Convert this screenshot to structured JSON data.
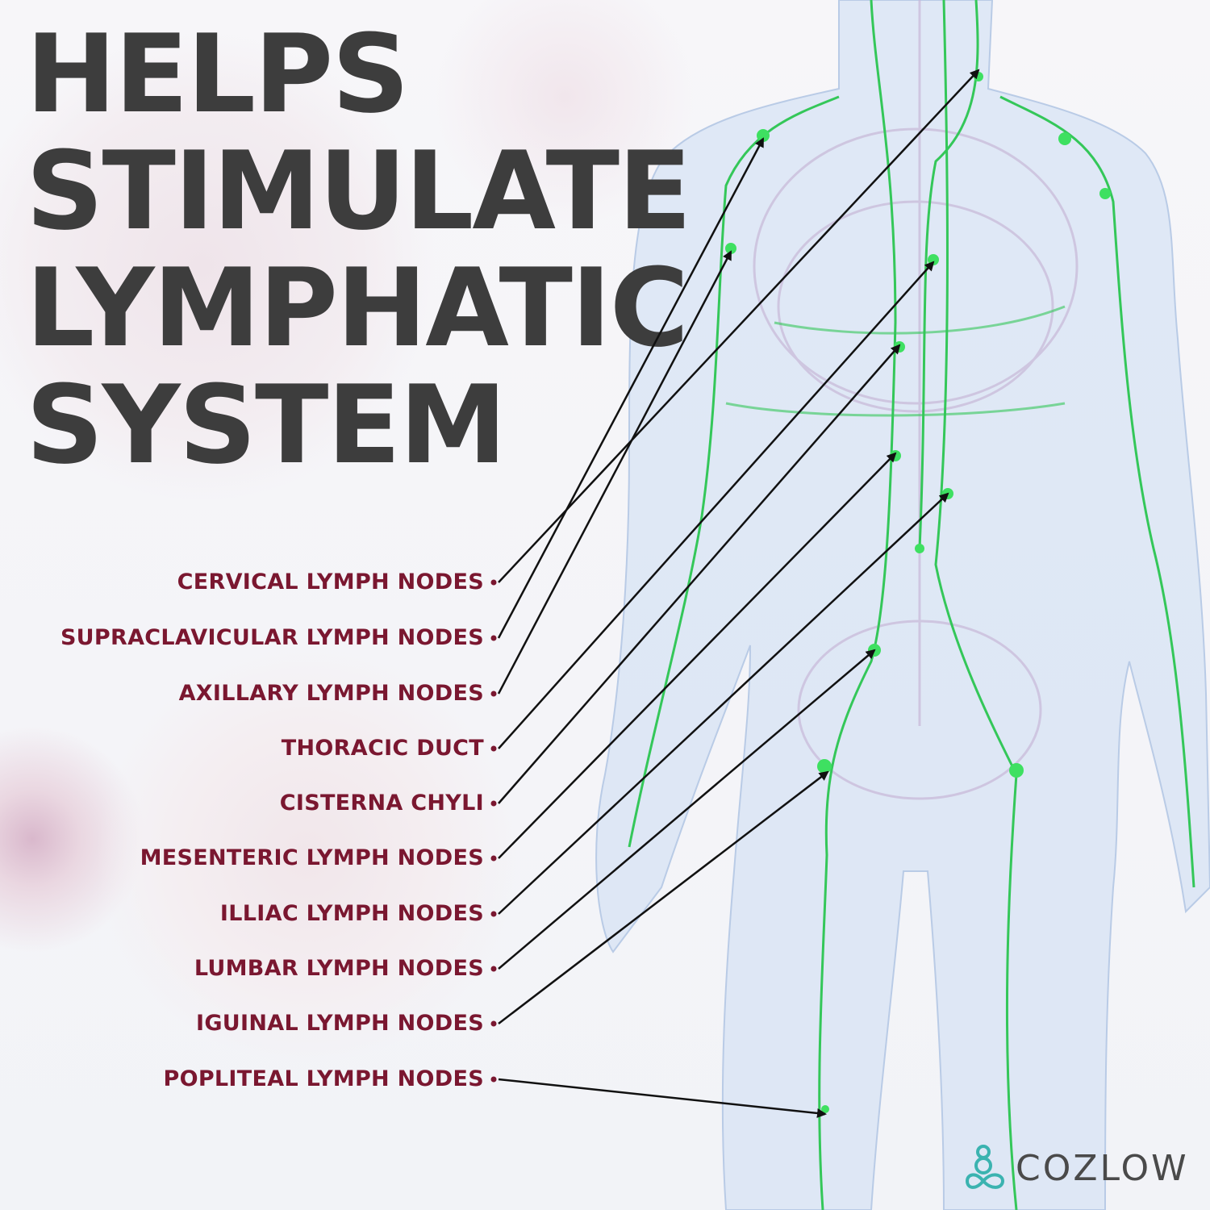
{
  "title": {
    "line1": "HELPS",
    "line2": "STIMULATE",
    "line3": "LYMPHATIC",
    "line4": "SYSTEM"
  },
  "labels": [
    {
      "text": "CERVICAL LYMPH NODES"
    },
    {
      "text": "SUPRACLAVICULAR LYMPH NODES"
    },
    {
      "text": "AXILLARY LYMPH NODES"
    },
    {
      "text": "THORACIC DUCT"
    },
    {
      "text": "CISTERNA CHYLI"
    },
    {
      "text": "MESENTERIC LYMPH NODES"
    },
    {
      "text": "ILLIAC LYMPH NODES"
    },
    {
      "text": "LUMBAR LYMPH NODES"
    },
    {
      "text": "IGUINAL LYMPH NODES"
    },
    {
      "text": "POPLITEAL LYMPH NODES"
    }
  ],
  "brand": {
    "name": "COZLOW",
    "logo_color": "#3bb3b0"
  },
  "colors": {
    "label": "#7a1730",
    "lymph": "#2ecc4a",
    "title": "#3d3d3d"
  }
}
